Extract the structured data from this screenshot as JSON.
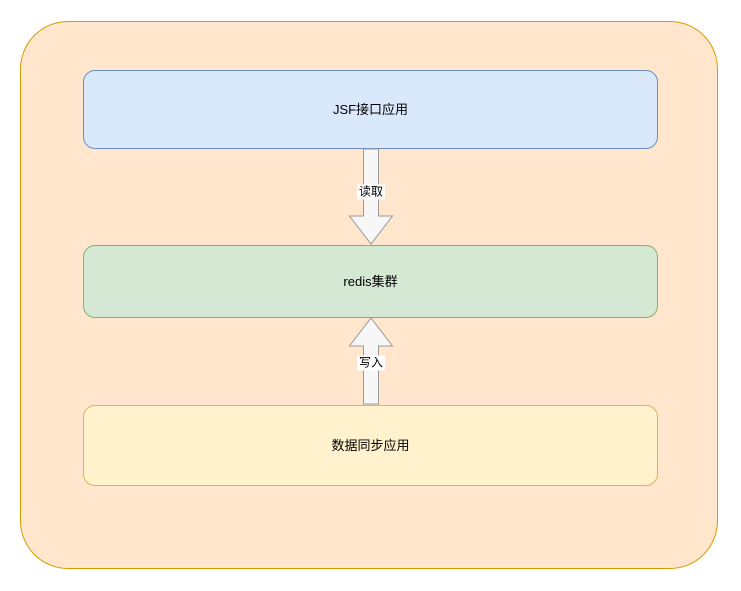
{
  "diagram": {
    "container": {
      "id": "outer-group",
      "fill": "#ffe6cc",
      "stroke": "#d79b00"
    },
    "nodes": [
      {
        "id": "jsf-interface-app",
        "label": "JSF接口应用",
        "fill": "#dae8fc",
        "stroke": "#6c8ebf"
      },
      {
        "id": "redis-cluster",
        "label": "redis集群",
        "fill": "#d5e8d4",
        "stroke": "#82b366"
      },
      {
        "id": "data-sync-app",
        "label": "数据同步应用",
        "fill": "#fff2cc",
        "stroke": "#d6b656"
      }
    ],
    "edges": [
      {
        "id": "read-edge",
        "label": "读取",
        "from": "jsf-interface-app",
        "to": "redis-cluster",
        "direction": "down"
      },
      {
        "id": "write-edge",
        "label": "写入",
        "from": "data-sync-app",
        "to": "redis-cluster",
        "direction": "up"
      }
    ],
    "arrow_style": {
      "fill": "#f7f7f7",
      "stroke": "#999999"
    }
  }
}
